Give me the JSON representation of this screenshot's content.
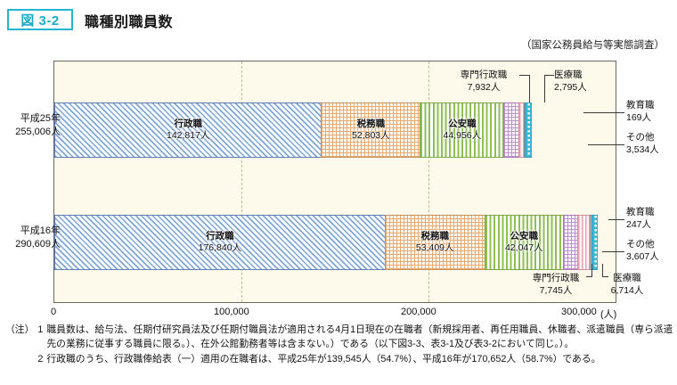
{
  "header": {
    "figure_badge": "図 3-2",
    "title": "職種別職員数",
    "source_note": "（国家公務員給与等実態調査）"
  },
  "axis": {
    "x_ticks": [
      "0",
      "100,000",
      "200,000",
      "300,000"
    ],
    "x_unit": "(人)",
    "x_min": 0,
    "x_max": 300000,
    "gridlines": [
      100000,
      200000
    ]
  },
  "chart_data": {
    "type": "bar",
    "orientation": "horizontal-stacked",
    "title": "職種別職員数",
    "subtitle": "（国家公務員給与等実態調査）",
    "xlabel": "(人)",
    "ylabel": "",
    "xlim": [
      0,
      300000
    ],
    "xticks": [
      0,
      100000,
      200000,
      300000
    ],
    "grid": true,
    "legend": "inline-labels",
    "categories": [
      "平成25年",
      "平成16年"
    ],
    "category_totals": [
      255006,
      290609
    ],
    "series": [
      {
        "name": "行政職",
        "values": [
          142817,
          176840
        ],
        "color": "#7fa6d8",
        "pattern": "diagonal-hatch"
      },
      {
        "name": "税務職",
        "values": [
          52803,
          53409
        ],
        "color": "#eba96e",
        "pattern": "cross-hatch"
      },
      {
        "name": "公安職",
        "values": [
          44956,
          42047
        ],
        "color": "#8cc152",
        "pattern": "vertical-stripe"
      },
      {
        "name": "専門行政職",
        "values": [
          7932,
          7745
        ],
        "color": "#c08fd0",
        "pattern": "cross-hatch"
      },
      {
        "name": "医療職",
        "values": [
          2795,
          6714
        ],
        "color": "#f0a0ae",
        "pattern": "vertical-stripe"
      },
      {
        "name": "教育職",
        "values": [
          169,
          247
        ],
        "color": "#b9b9b9",
        "pattern": "fine-stripe"
      },
      {
        "name": "その他",
        "values": [
          3534,
          3607
        ],
        "color": "#36b8d8",
        "pattern": "checker"
      }
    ]
  },
  "bars": {
    "h25": {
      "cat_year": "平成25年",
      "cat_total": "255,006人",
      "segments": [
        {
          "name": "行政職",
          "value_label": "142,817人"
        },
        {
          "name": "税務職",
          "value_label": "52,803人"
        },
        {
          "name": "公安職",
          "value_label": "44,956人"
        },
        {
          "name": "専門行政職",
          "value_label": "7,932人"
        },
        {
          "name": "医療職",
          "value_label": "2,795人"
        },
        {
          "name": "教育職",
          "value_label": "169人"
        },
        {
          "name": "その他",
          "value_label": "3,534人"
        }
      ]
    },
    "h16": {
      "cat_year": "平成16年",
      "cat_total": "290,609人",
      "segments": [
        {
          "name": "行政職",
          "value_label": "176,840人"
        },
        {
          "name": "税務職",
          "value_label": "53,409人"
        },
        {
          "name": "公安職",
          "value_label": "42,047人"
        },
        {
          "name": "専門行政職",
          "value_label": "7,745人"
        },
        {
          "name": "医療職",
          "value_label": "6,714人"
        },
        {
          "name": "教育職",
          "value_label": "247人"
        },
        {
          "name": "その他",
          "value_label": "3,607人"
        }
      ]
    }
  },
  "notes": {
    "marker": "（注）",
    "n1_num": "1",
    "n1_text": "職員数は、給与法、任期付研究員法及び任期付職員法が適用される4月1日現在の在職者（新規採用者、再任用職員、休職者、派遣職員（専ら派遣先の業務に従事する職員に限る。）、在外公館勤務者等は含まない。）である（以下図3-3、表3-1及び表3-2において同じ。）。",
    "n2_num": "2",
    "n2_text": "行政職のうち、行政職俸給表（一）適用の在職者は、平成25年が139,545人（54.7%）、平成16年が170,652人（58.7%）である。"
  }
}
